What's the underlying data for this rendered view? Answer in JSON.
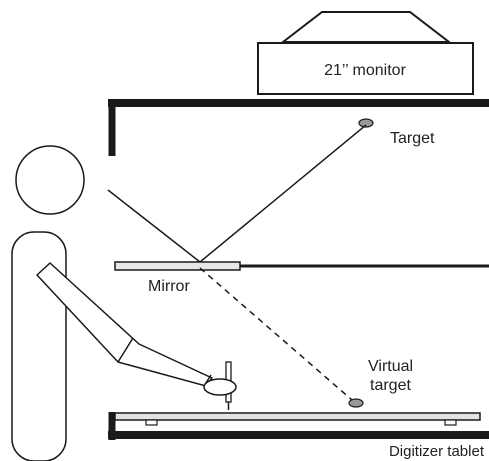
{
  "labels": {
    "monitor": "21’’ monitor",
    "target": "Target",
    "mirror": "Mirror",
    "virtual_target_line1": "Virtual",
    "virtual_target_line2": "target",
    "digitizer_tablet": "Digitizer tablet"
  },
  "colors": {
    "outline": "#1a1a1a",
    "target_fill": "#9a9a9a",
    "mirror_fill": "#e6e6e6",
    "tablet_fill": "#e3e3e3"
  }
}
